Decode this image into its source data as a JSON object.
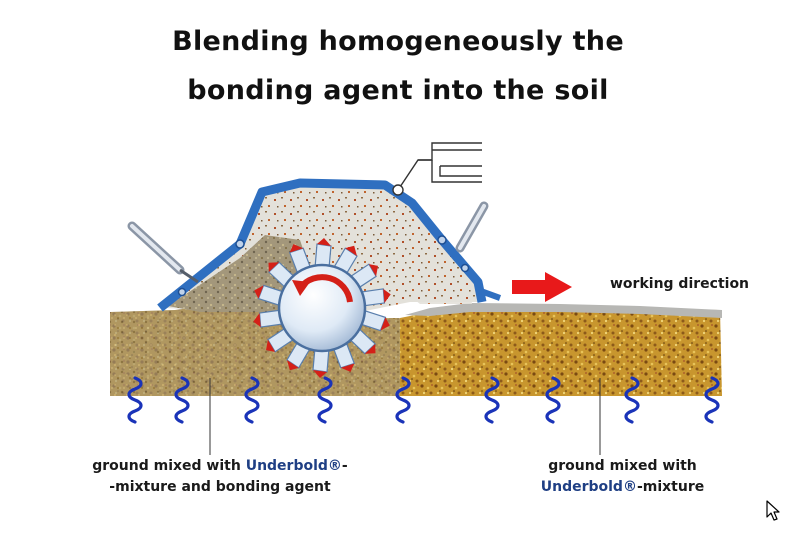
{
  "title": {
    "line1": "Blending homogeneously the",
    "line2": "bonding agent into the soil"
  },
  "labels": {
    "working_direction": "working direction",
    "left": {
      "prefix": "ground mixed with ",
      "brand": "Underbold®",
      "suffix": "-",
      "line2": "-mixture and bonding agent"
    },
    "right": {
      "line1": "ground mixed with",
      "brand": "Underbold®",
      "suffix": "-mixture"
    }
  },
  "colors": {
    "machine_blue": "#2f6fc0",
    "arrow_red": "#e8191a",
    "rotor_red_arrow": "#d42018",
    "root_blue": "#1a33b8",
    "soil_gold": "#c99a33",
    "gray_mix": "#9c8f76"
  },
  "icons": [
    "mouse-cursor-icon",
    "rotation-arrow-icon",
    "direction-arrow-icon"
  ]
}
